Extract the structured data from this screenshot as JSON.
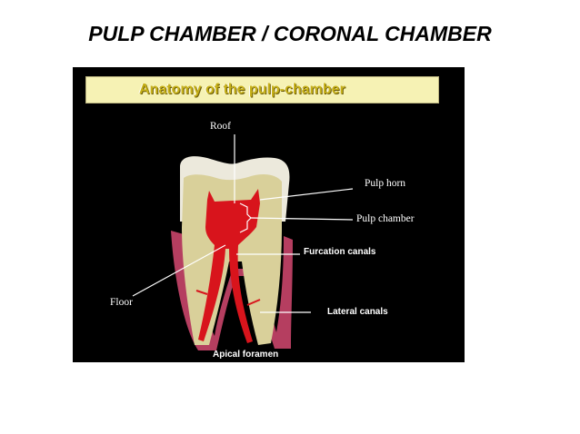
{
  "slide": {
    "title": "PULP CHAMBER / CORONAL CHAMBER"
  },
  "diagram": {
    "banner_title": "Anatomy of the pulp-chamber",
    "labels": {
      "roof": "Roof",
      "pulp_horn": "Pulp horn",
      "pulp_chamber": "Pulp chamber",
      "furcation_canals": "Furcation canals",
      "floor": "Floor",
      "lateral_canals": "Lateral canals",
      "apical_foramen": "Apical foramen"
    },
    "colors": {
      "background": "#000000",
      "banner": "#f6f2b4",
      "pulp": "#d8141c",
      "dentin": "#d9d09a",
      "enamel": "#ece9dc",
      "gum": "#e07a8e"
    }
  }
}
